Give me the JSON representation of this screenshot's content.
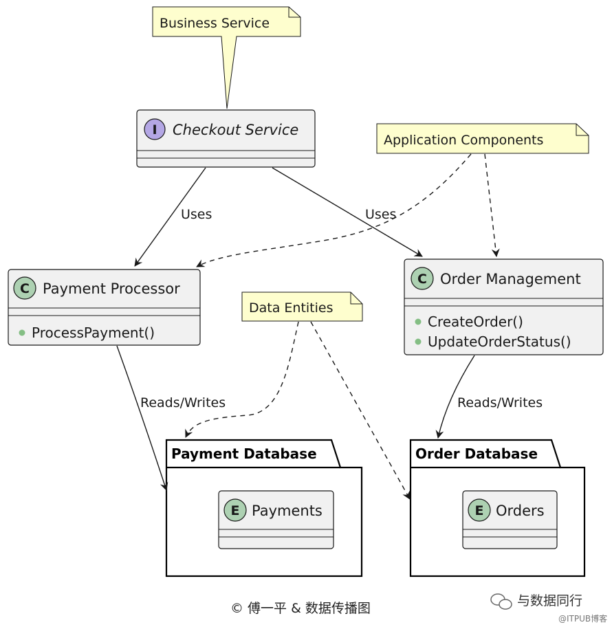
{
  "notes": {
    "business": "Business Service",
    "application": "Application Components",
    "data": "Data Entities"
  },
  "interface": {
    "stereotype_letter": "I",
    "name": "Checkout Service",
    "stereotype_color": "#b4a7e5"
  },
  "classes": {
    "payment": {
      "letter": "C",
      "name": "Payment Processor",
      "methods": [
        "ProcessPayment()"
      ]
    },
    "order": {
      "letter": "C",
      "name": "Order Management",
      "methods": [
        "CreateOrder()",
        "UpdateOrderStatus()"
      ]
    },
    "class_color": "#add1b2",
    "method_dot_color": "#84be84"
  },
  "packages": {
    "payment_db": {
      "name": "Payment Database",
      "entity_letter": "E",
      "entity": "Payments"
    },
    "order_db": {
      "name": "Order Database",
      "entity_letter": "E",
      "entity": "Orders"
    }
  },
  "edges": {
    "uses_payment": "Uses",
    "uses_order": "Uses",
    "rw_payment": "Reads/Writes",
    "rw_order": "Reads/Writes"
  },
  "footer": {
    "copyright": "© 傅一平 & 数据传播图"
  },
  "watermark": {
    "wechat": "与数据同行",
    "itpub": "@ITPUB博客"
  }
}
